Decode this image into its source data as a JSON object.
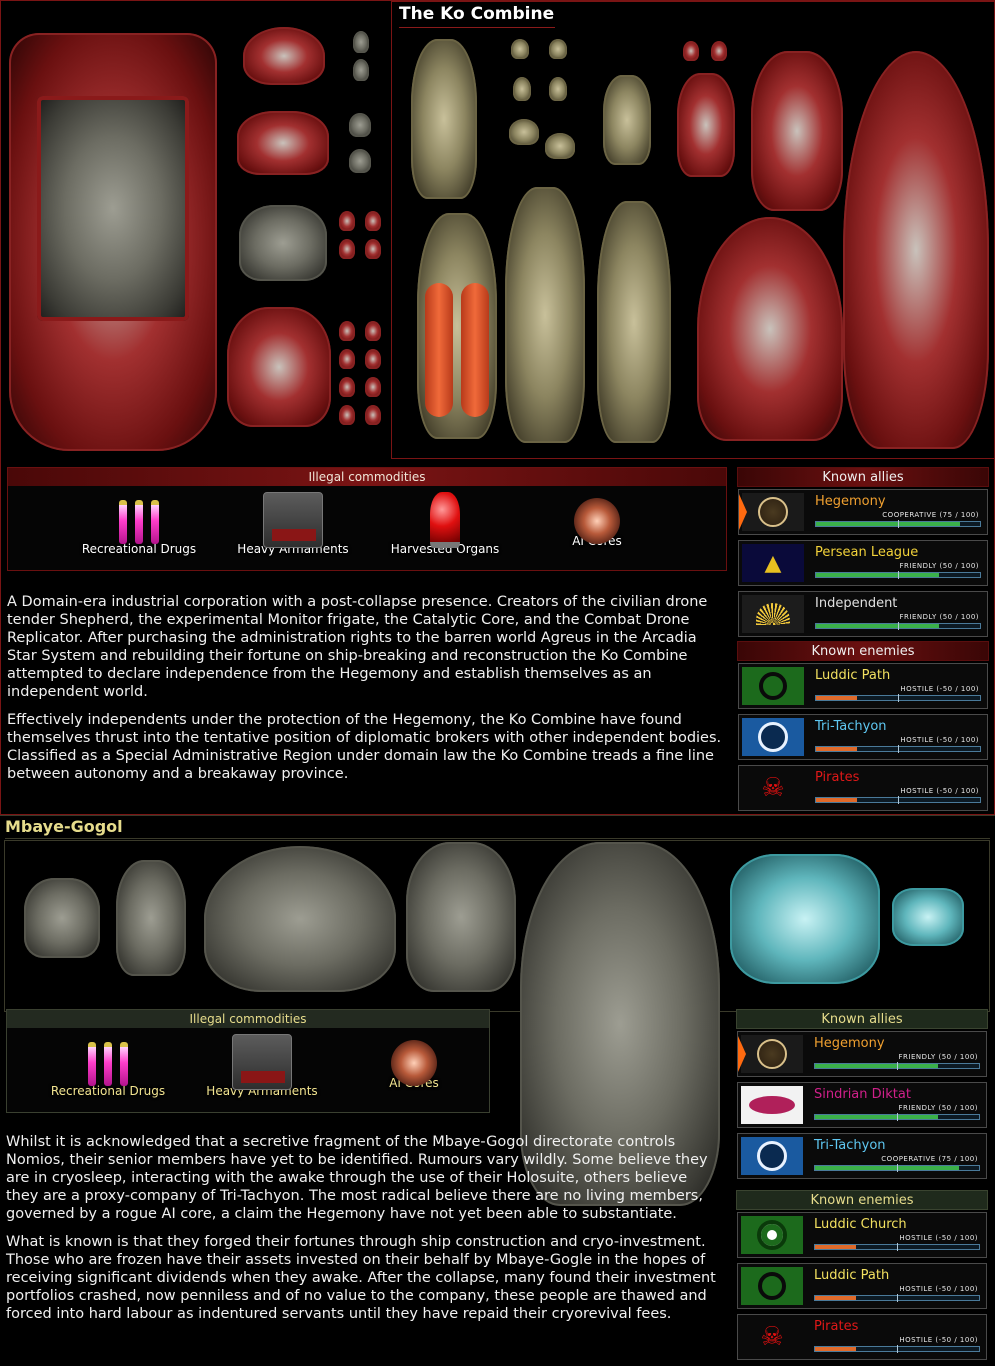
{
  "ko_combine": {
    "title": "The Ko Combine",
    "commodities_header": "Illegal commodities",
    "commodities": [
      {
        "label": "Recreational Drugs",
        "icon": "drugs-icon"
      },
      {
        "label": "Heavy Armaments",
        "icon": "armaments-icon"
      },
      {
        "label": "Harvested Organs",
        "icon": "organs-icon"
      },
      {
        "label": "AI Cores",
        "icon": "ai-core-icon"
      }
    ],
    "description": [
      "A Domain-era industrial corporation with a post-collapse presence. Creators of the civilian drone tender Shepherd, the experimental Monitor frigate, the Catalytic Core, and the Combat Drone Replicator. After purchasing the administration rights to the barren world Agreus in the Arcadia Star System and rebuilding their fortune on ship-breaking and reconstruction the Ko Combine attempted to declare independence from the Hegemony and establish themselves as an independent world.",
      "Effectively independents under the protection of the Hegemony, the Ko Combine have found themselves thrust into the tentative position of diplomatic brokers with other independent bodies. Classified as a Special Administrative Region under domain law the Ko Combine treads a fine line between autonomy and a breakaway province."
    ],
    "allies_header": "Known allies",
    "allies": [
      {
        "name": "Hegemony",
        "status": "COOPERATIVE  (75 / 100)",
        "value": 75,
        "icon": "hegemony-icon",
        "name_color": "#f0a030"
      },
      {
        "name": "Persean League",
        "status": "FRIENDLY  (50 / 100)",
        "value": 50,
        "icon": "persean-league-icon",
        "name_color": "#f2d23a"
      },
      {
        "name": "Independent",
        "status": "FRIENDLY  (50 / 100)",
        "value": 50,
        "icon": "independent-icon",
        "name_color": "#e0e0e0"
      }
    ],
    "enemies_header": "Known enemies",
    "enemies": [
      {
        "name": "Luddic Path",
        "status": "HOSTILE  (-50 / 100)",
        "value": -50,
        "icon": "luddic-path-icon",
        "name_color": "#f2e060"
      },
      {
        "name": "Tri-Tachyon",
        "status": "HOSTILE  (-50 / 100)",
        "value": -50,
        "icon": "tri-tachyon-icon",
        "name_color": "#5fc8f2"
      },
      {
        "name": "Pirates",
        "status": "HOSTILE  (-50 / 100)",
        "value": -50,
        "icon": "pirates-icon",
        "name_color": "#e01818"
      }
    ]
  },
  "mbaye_gogol": {
    "title": "Mbaye-Gogol",
    "commodities_header": "Illegal commodities",
    "commodities": [
      {
        "label": "Recreational Drugs",
        "icon": "drugs-icon"
      },
      {
        "label": "Heavy Armaments",
        "icon": "armaments-icon"
      },
      {
        "label": "AI Cores",
        "icon": "ai-core-icon"
      }
    ],
    "description": [
      "Whilst it is acknowledged that a secretive fragment of the Mbaye-Gogol directorate controls Nomios, their senior members have yet to be identified. Rumours vary wildly. Some believe they are in cryosleep, interacting with the awake through the use of their Holosuite, others believe they are a proxy-company of Tri-Tachyon. The most radical believe there are no living members, governed by a rogue AI core, a claim the Hegemony have not yet been able to substantiate.",
      "What is known is that they forged their fortunes through ship construction and cryo-investment. Those who are frozen have their assets invested on their behalf by Mbaye-Gogle in the hopes of receiving significant dividends when they awake. After the collapse, many found their investment portfolios crashed, now penniless and of no value to the company, these people are thawed and forced into hard labour as indentured servants until they have repaid their cryorevival fees."
    ],
    "allies_header": "Known allies",
    "allies": [
      {
        "name": "Hegemony",
        "status": "FRIENDLY  (50 / 100)",
        "value": 50,
        "icon": "hegemony-icon",
        "name_color": "#f0a030"
      },
      {
        "name": "Sindrian Diktat",
        "status": "FRIENDLY  (50 / 100)",
        "value": 50,
        "icon": "sindrian-diktat-icon",
        "name_color": "#d0208a"
      },
      {
        "name": "Tri-Tachyon",
        "status": "COOPERATIVE  (75 / 100)",
        "value": 75,
        "icon": "tri-tachyon-icon",
        "name_color": "#5fc8f2"
      }
    ],
    "enemies_header": "Known enemies",
    "enemies": [
      {
        "name": "Luddic Church",
        "status": "HOSTILE  (-50 / 100)",
        "value": -50,
        "icon": "luddic-church-icon",
        "name_color": "#f2e060"
      },
      {
        "name": "Luddic Path",
        "status": "HOSTILE  (-50 / 100)",
        "value": -50,
        "icon": "luddic-path-icon",
        "name_color": "#f2e060"
      },
      {
        "name": "Pirates",
        "status": "HOSTILE  (-50 / 100)",
        "value": -50,
        "icon": "pirates-icon",
        "name_color": "#e01818"
      }
    ]
  },
  "colors": {
    "ko_accent": "#7a1414",
    "mg_accent": "#e6dc8c",
    "positive_bar": "#3ab04a",
    "negative_bar": "#e06a2a"
  }
}
